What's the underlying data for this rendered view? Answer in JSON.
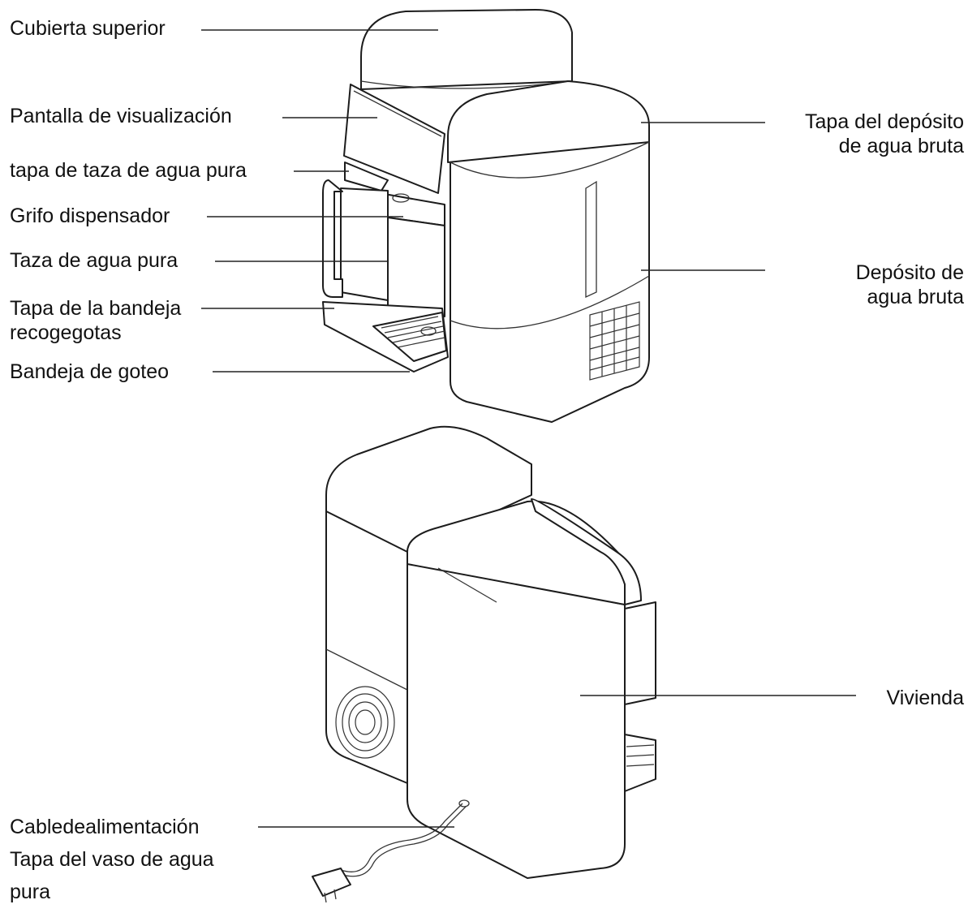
{
  "labels": {
    "cubierta_superior": "Cubierta superior",
    "pantalla": "Pantalla de visualización",
    "tapa_taza": "tapa de taza de agua pura",
    "grifo": "Grifo dispensador",
    "taza": "Taza de agua pura",
    "tapa_bandeja_1": "Tapa de la bandeja",
    "tapa_bandeja_2": "recogegotas",
    "bandeja_goteo": "Bandeja de goteo",
    "tapa_deposito_1": "Tapa del depósito",
    "tapa_deposito_2": "de agua bruta",
    "deposito_1": "Depósito de",
    "deposito_2": "agua bruta",
    "vivienda": "Vivienda",
    "cable": "Cabledealimentación",
    "tapa_vaso_1": "Tapa del vaso de agua",
    "tapa_vaso_2": "pura"
  }
}
